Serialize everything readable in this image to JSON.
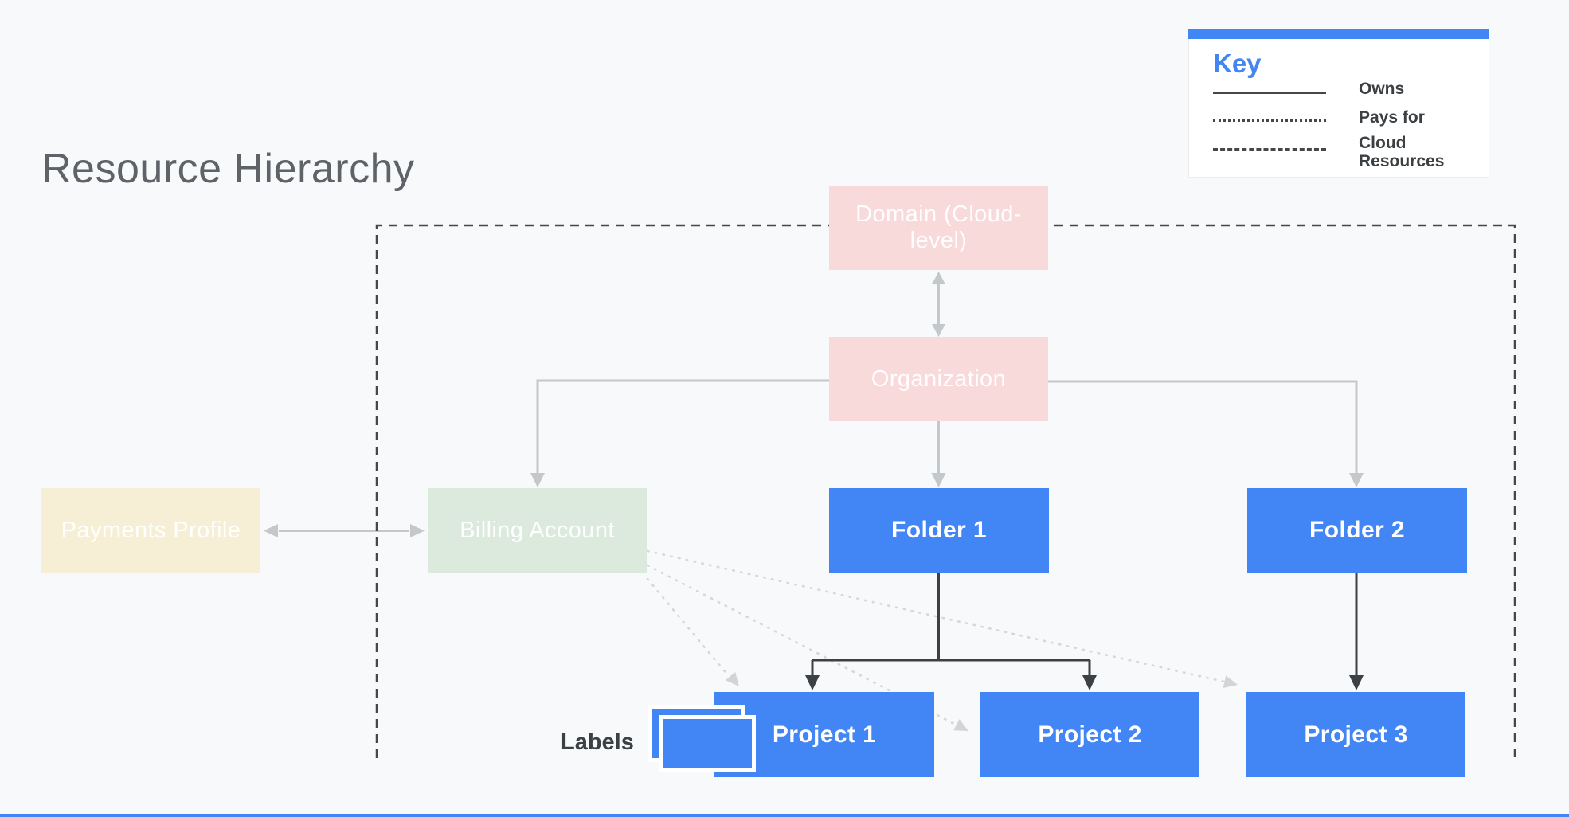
{
  "title": "Resource Hierarchy",
  "key": {
    "heading": "Key",
    "entries": [
      {
        "label": "Owns",
        "style": "solid"
      },
      {
        "label": "Pays for",
        "style": "dotted"
      },
      {
        "label": "Cloud Resources",
        "style": "dashed"
      }
    ]
  },
  "nodes": {
    "domain": {
      "label": "Domain (Cloud-level)",
      "color": "#f8dadb"
    },
    "organization": {
      "label": "Organization",
      "color": "#f8dadb"
    },
    "payments_profile": {
      "label": "Payments Profile",
      "color": "#f7eed6"
    },
    "billing_account": {
      "label": "Billing Account",
      "color": "#dceadd"
    },
    "folder1": {
      "label": "Folder 1",
      "color": "#4285f4"
    },
    "folder2": {
      "label": "Folder 2",
      "color": "#4285f4"
    },
    "project1": {
      "label": "Project 1",
      "color": "#4285f4"
    },
    "project2": {
      "label": "Project 2",
      "color": "#4285f4"
    },
    "project3": {
      "label": "Project 3",
      "color": "#4285f4"
    }
  },
  "annotations": {
    "labels_caption": "Labels"
  },
  "colors": {
    "background": "#f7f9fa",
    "accent_blue": "#4285f4",
    "title_gray": "#5f6368",
    "dark_line": "#3e4144",
    "light_line": "#c5c8cb",
    "dotted_line": "#d5d7d9",
    "dashed_boundary": "#46474a",
    "key_text": "#3c4043"
  }
}
